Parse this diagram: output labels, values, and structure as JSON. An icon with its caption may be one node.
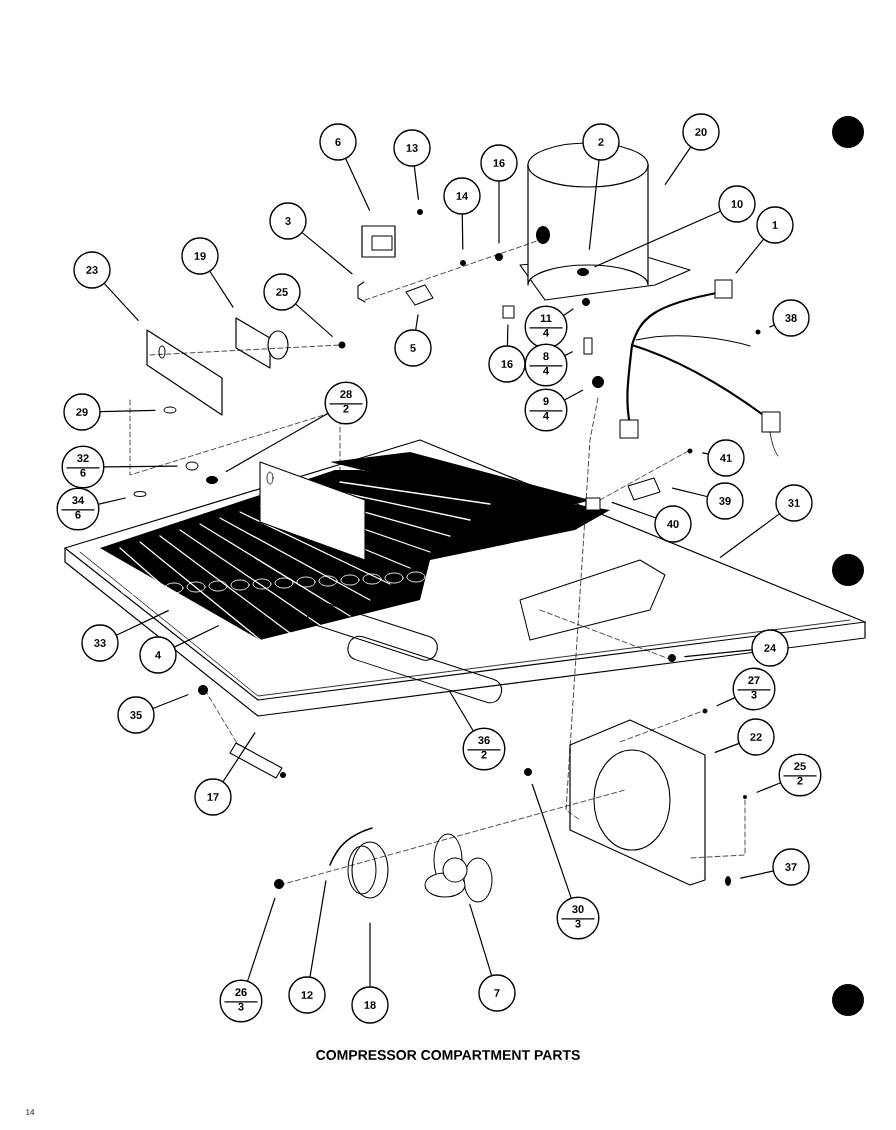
{
  "diagram": {
    "title": "COMPRESSOR COMPARTMENT PARTS",
    "nodes": [
      {
        "text": [
          "6"
        ]
      },
      {
        "text": [
          "13"
        ]
      },
      {
        "text": [
          "14"
        ]
      },
      {
        "text": [
          "16"
        ]
      },
      {
        "text": [
          "2"
        ]
      },
      {
        "text": [
          "20"
        ]
      },
      {
        "text": [
          "10"
        ]
      },
      {
        "text": [
          "1"
        ]
      },
      {
        "text": [
          "3"
        ]
      },
      {
        "text": [
          "19"
        ]
      },
      {
        "text": [
          "23"
        ]
      },
      {
        "text": [
          "25"
        ]
      },
      {
        "text": [
          "5"
        ]
      },
      {
        "text": [
          "16"
        ]
      },
      {
        "text": [
          "11",
          "4"
        ]
      },
      {
        "text": [
          "8",
          "4"
        ]
      },
      {
        "text": [
          "9",
          "4"
        ]
      },
      {
        "text": [
          "38"
        ]
      },
      {
        "text": [
          "29"
        ]
      },
      {
        "text": [
          "28",
          "2"
        ]
      },
      {
        "text": [
          "32",
          "6"
        ]
      },
      {
        "text": [
          "34",
          "6"
        ]
      },
      {
        "text": [
          "41"
        ]
      },
      {
        "text": [
          "39"
        ]
      },
      {
        "text": [
          "40"
        ]
      },
      {
        "text": [
          "31"
        ]
      },
      {
        "text": [
          "33"
        ]
      },
      {
        "text": [
          "4"
        ]
      },
      {
        "text": [
          "24"
        ]
      },
      {
        "text": [
          "35"
        ]
      },
      {
        "text": [
          "17"
        ]
      },
      {
        "text": [
          "36",
          "2"
        ]
      },
      {
        "text": [
          "27",
          "3"
        ]
      },
      {
        "text": [
          "22"
        ]
      },
      {
        "text": [
          "25",
          "2"
        ]
      },
      {
        "text": [
          "37"
        ]
      },
      {
        "text": [
          "30",
          "3"
        ]
      },
      {
        "text": [
          "7"
        ]
      },
      {
        "text": [
          "26",
          "3"
        ]
      },
      {
        "text": [
          "12"
        ]
      },
      {
        "text": [
          "18"
        ]
      }
    ],
    "edges": [
      {
        "from": 0,
        "to": null,
        "arrow": "none"
      },
      {
        "from": 1,
        "to": null,
        "arrow": "none"
      },
      {
        "from": 2,
        "to": null,
        "arrow": "none"
      },
      {
        "from": 3,
        "to": null,
        "arrow": "none"
      },
      {
        "from": 4,
        "to": null,
        "arrow": "none"
      },
      {
        "from": 5,
        "to": null,
        "arrow": "none"
      },
      {
        "from": 6,
        "to": null,
        "arrow": "none"
      },
      {
        "from": 7,
        "to": null,
        "arrow": "none"
      },
      {
        "from": 8,
        "to": null,
        "arrow": "none"
      },
      {
        "from": 9,
        "to": null,
        "arrow": "none"
      },
      {
        "from": 10,
        "to": null,
        "arrow": "none"
      },
      {
        "from": 11,
        "to": null,
        "arrow": "none"
      },
      {
        "from": 12,
        "to": null,
        "arrow": "none"
      },
      {
        "from": 13,
        "to": null,
        "arrow": "none"
      },
      {
        "from": 14,
        "to": null,
        "arrow": "none"
      },
      {
        "from": 15,
        "to": null,
        "arrow": "none"
      },
      {
        "from": 16,
        "to": null,
        "arrow": "none"
      },
      {
        "from": 17,
        "to": null,
        "arrow": "none"
      },
      {
        "from": 18,
        "to": null,
        "arrow": "none"
      },
      {
        "from": 19,
        "to": null,
        "arrow": "none"
      },
      {
        "from": 20,
        "to": null,
        "arrow": "none"
      },
      {
        "from": 21,
        "to": null,
        "arrow": "none"
      },
      {
        "from": 22,
        "to": null,
        "arrow": "none"
      },
      {
        "from": 23,
        "to": null,
        "arrow": "none"
      },
      {
        "from": 24,
        "to": null,
        "arrow": "none"
      },
      {
        "from": 25,
        "to": null,
        "arrow": "none"
      },
      {
        "from": 26,
        "to": null,
        "arrow": "none"
      },
      {
        "from": 27,
        "to": null,
        "arrow": "none"
      },
      {
        "from": 28,
        "to": null,
        "arrow": "none"
      },
      {
        "from": 29,
        "to": null,
        "arrow": "none"
      },
      {
        "from": 30,
        "to": null,
        "arrow": "none"
      },
      {
        "from": 31,
        "to": null,
        "arrow": "none"
      },
      {
        "from": 32,
        "to": null,
        "arrow": "none"
      },
      {
        "from": 33,
        "to": null,
        "arrow": "none"
      },
      {
        "from": 34,
        "to": null,
        "arrow": "none"
      },
      {
        "from": 35,
        "to": null,
        "arrow": "none"
      },
      {
        "from": 36,
        "to": null,
        "arrow": "none"
      },
      {
        "from": 37,
        "to": null,
        "arrow": "none"
      },
      {
        "from": 38,
        "to": null,
        "arrow": "none"
      },
      {
        "from": 39,
        "to": null,
        "arrow": "none"
      },
      {
        "from": 40,
        "to": null,
        "arrow": "none"
      }
    ],
    "labels": [
      "14"
    ]
  }
}
